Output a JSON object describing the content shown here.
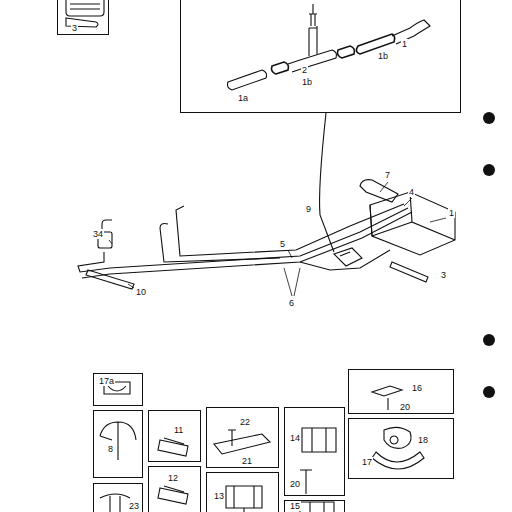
{
  "diagram": {
    "nodes": [
      {
        "text": [
          "3"
        ]
      },
      {
        "text": [
          "1b",
          "1",
          "2",
          "1b",
          "1a"
        ]
      },
      {
        "text": [
          "17a"
        ]
      },
      {
        "text": [
          "16",
          "20"
        ]
      },
      {
        "text": [
          "8"
        ]
      },
      {
        "text": [
          "11"
        ]
      },
      {
        "text": [
          "22",
          "21"
        ]
      },
      {
        "text": [
          "14",
          "20"
        ]
      },
      {
        "text": [
          "18",
          "17"
        ]
      },
      {
        "text": [
          "12"
        ]
      },
      {
        "text": [
          "13"
        ]
      },
      {
        "text": [
          "15"
        ]
      },
      {
        "text": [
          "23"
        ]
      }
    ],
    "labels": [
      "7",
      "4",
      "1",
      "9",
      "34",
      "5",
      "6",
      "10",
      "3"
    ]
  }
}
